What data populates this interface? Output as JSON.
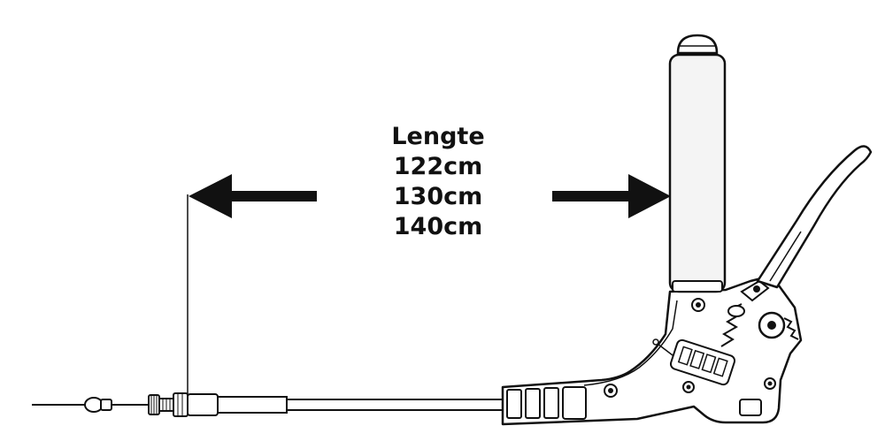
{
  "diagram": {
    "title": "Lengte",
    "lengths": [
      "122cm",
      "130cm",
      "140cm"
    ],
    "stroke_color": "#111111",
    "fill_color": "#ffffff",
    "tube_fill": "#f4f4f4"
  }
}
